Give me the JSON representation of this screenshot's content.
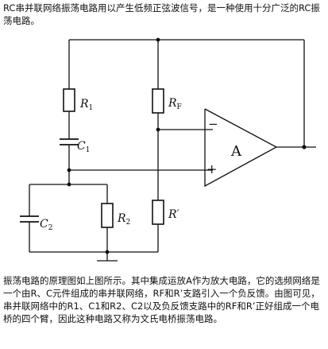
{
  "intro_text": "RC串并联网络振荡电路用以产生低频正弦波信号，是一种使用十分广泛的RC振荡电路。",
  "description_text": "振荡电路的原理图如上图所示。其中集成运放A作为放大电路，它的选频网络是一个由R、C元件组成的串并联网络，RF和R’支路引入一个负反馈。由图可见，串并联网络中的R1、C1和R2、C2以及负反馈支路中的RF和R’正好组成一个电桥的四个臂，因此这种电路又称为文氏电桥振荡电路。",
  "circuit": {
    "r1": {
      "main": "R",
      "sub": "1"
    },
    "c1": {
      "main": "C",
      "sub": "1"
    },
    "c2": {
      "main": "C",
      "sub": "2"
    },
    "r2": {
      "main": "R",
      "sub": "2"
    },
    "rf": {
      "main": "R",
      "sub": "F"
    },
    "rprime": {
      "main": "R′",
      "sub": ""
    },
    "amp": "A",
    "minus": "−",
    "plus": "+"
  }
}
